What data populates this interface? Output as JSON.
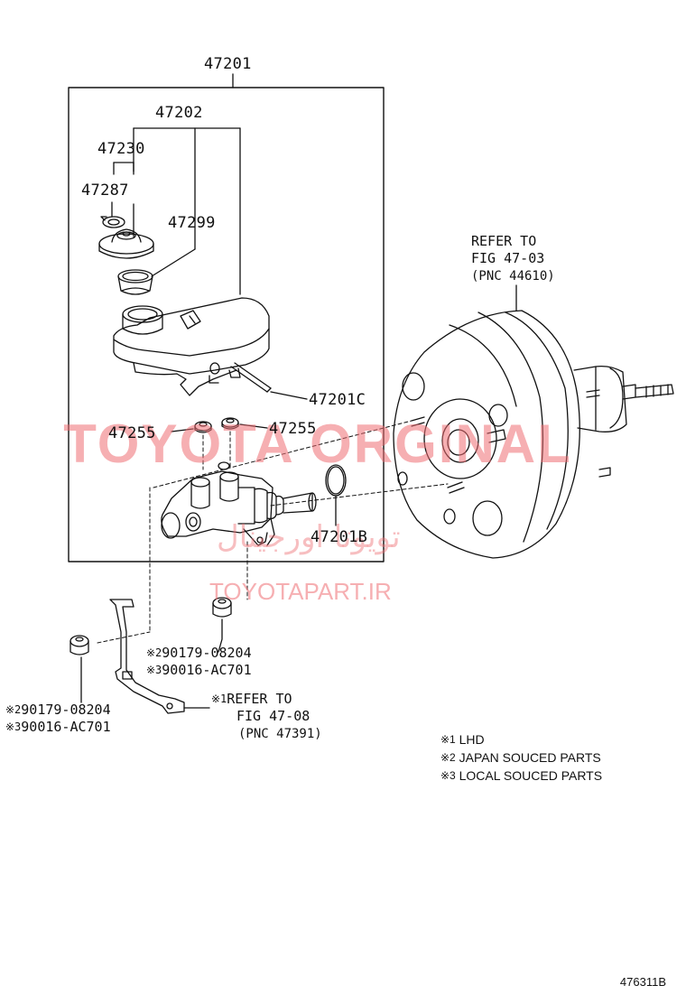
{
  "labels": {
    "assy": "47201",
    "reservoir_set": "47202",
    "cap_set": "47230",
    "ring": "47287",
    "strainer": "47299",
    "pin": "47201C",
    "grommet_left": "47255",
    "grommet_right": "47255",
    "oring": "47201B"
  },
  "refs": {
    "booster": {
      "line1": "REFER TO",
      "line2": "FIG 47-03",
      "line3": "(PNC 44610)"
    },
    "bracket": {
      "mark": "※1",
      "line1": "REFER TO",
      "line2": "FIG 47-08",
      "line3": "(PNC 47391)"
    }
  },
  "nuts": {
    "mid": [
      {
        "mark": "※2",
        "part": "90179-08204"
      },
      {
        "mark": "※3",
        "part": "90016-AC701"
      }
    ],
    "left": [
      {
        "mark": "※2",
        "part": "90179-08204"
      },
      {
        "mark": "※3",
        "part": "90016-AC701"
      }
    ]
  },
  "notes": [
    {
      "mark": "※1",
      "text": "LHD"
    },
    {
      "mark": "※2",
      "text": "JAPAN SOUCED PARTS"
    },
    {
      "mark": "※3",
      "text": "LOCAL SOUCED PARTS"
    }
  ],
  "watermark": {
    "main": "TOYOTA ORGINAL",
    "arabic": "تویوتا اورجینال",
    "url": "TOYOTAPART.IR"
  },
  "figure_code": "476311B",
  "colors": {
    "line": "#111111",
    "watermark": "#ee6e73"
  }
}
